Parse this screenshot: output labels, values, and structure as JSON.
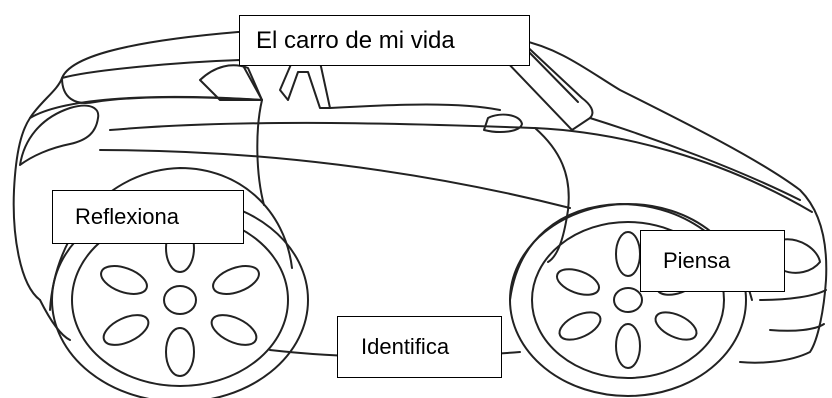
{
  "title": "El carro de mi vida",
  "labels": {
    "reflexiona": "Reflexiona",
    "piensa": "Piensa",
    "identifica": "Identifica"
  },
  "colors": {
    "outline": "#222222",
    "background": "#ffffff",
    "box_border": "#000000"
  }
}
